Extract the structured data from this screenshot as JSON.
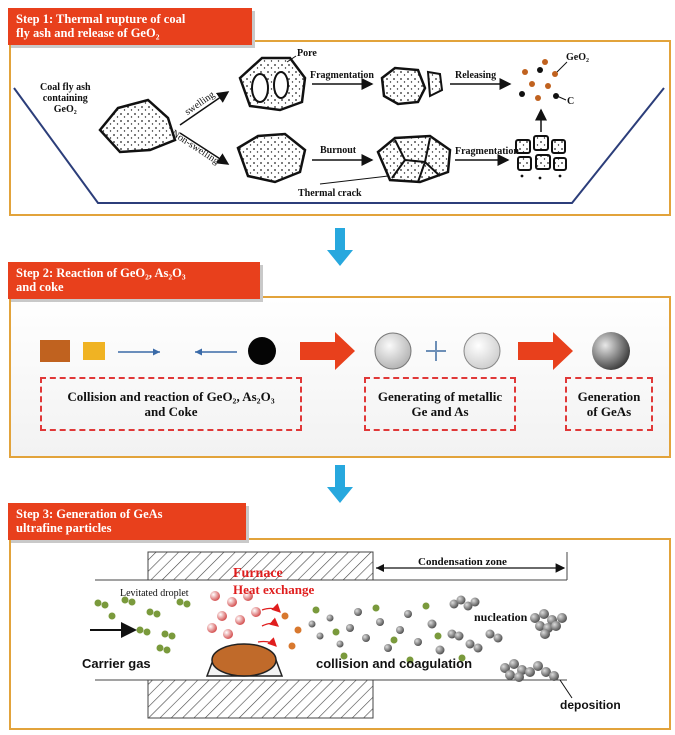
{
  "step1": {
    "title_line1": "Step 1: Thermal rupture of coal",
    "title_line2": "fly ash and release of GeO₂",
    "labels": {
      "coal_fly_ash_line1": "Coal fly ash",
      "coal_fly_ash_line2": "containing",
      "coal_fly_ash_line3": "GeO₂",
      "swelling": "swelling",
      "non_swelling": "Non-swelling",
      "pore": "Pore",
      "fragmentation_top": "Fragmentation",
      "releasing": "Releasing",
      "geo2": "GeO₂",
      "c": "C",
      "burnout": "Burnout",
      "fragmentation_bottom": "Fragmentation",
      "thermal_crack": "Thermal crack"
    }
  },
  "step2": {
    "title_line1": "Step 2: Reaction of  GeO₂, As₂O₃",
    "title_line2": "and coke",
    "box1_line1": "Collision and reaction of GeO₂, As₂O₃",
    "box1_line2": "and Coke",
    "box2_line1": "Generating of metallic",
    "box2_line2": "Ge and As",
    "box3_line1": "Generation",
    "box3_line2": "of GeAs"
  },
  "step3": {
    "title_line1": "Step 3: Generation of  GeAs",
    "title_line2": "ultrafine particles",
    "labels": {
      "condensation_zone": "Condensation zone",
      "furnace": "Furnace",
      "heat_exchange": "Heat exchange",
      "levitated_droplet": "Levitated droplet",
      "nucleation": "nucleation",
      "carrier_gas": "Carrier gas",
      "collision_coagulation": "collision and coagulation",
      "deposition": "deposition"
    }
  },
  "colors": {
    "step_tag": "#e8401c",
    "panel_border": "#e2a33b",
    "down_arrow": "#27a8de",
    "red_arrow": "#e8401c",
    "dashed_box": "#e03838",
    "geo2_square": "#c0621f",
    "as2o3_square": "#f0b323",
    "green_particle": "#7a9a3c",
    "gray_particle": "#6e6e6e",
    "droplet": "#c06a2a"
  }
}
